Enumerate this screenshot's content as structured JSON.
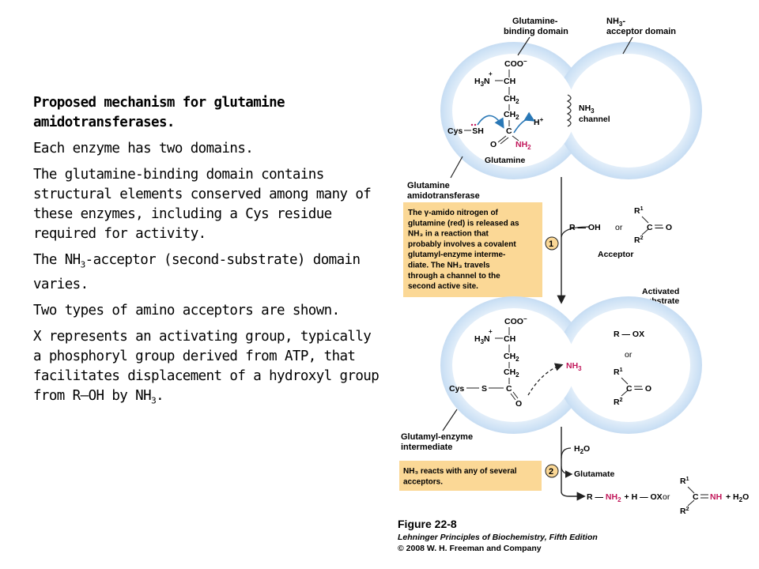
{
  "left_text": {
    "heading": "Proposed mechanism for glutamine amidotransferases.",
    "p1": "Each enzyme has two domains.",
    "p2": "The glutamine-binding domain contains structural elements conserved among many of these enzymes, including a Cys residue required for activity.",
    "p3_pre": "The NH",
    "p3_sub": "3",
    "p3_post": "-acceptor (second-substrate) domain varies.",
    "p4": "Two types of amino acceptors are shown.",
    "p5_main": "X represents an activating group, typically a phosphoryl group derived from ATP, that facilitates displacement of a hydroxyl group from R",
    "p5_dash": "—",
    "p5_oh": "OH by NH",
    "p5_sub": "3",
    "p5_end": "."
  },
  "figure": {
    "label_gln_domain_1": "Glutamine-",
    "label_gln_domain_2": "binding domain",
    "label_nh3_domain_1": "NH",
    "label_nh3_domain_sub": "3",
    "label_nh3_domain_2": "-",
    "label_nh3_domain_3": "acceptor domain",
    "coo": "COO",
    "coo_charge": "−",
    "h3n": "H",
    "h3n_sub": "3",
    "h3n_n": "N",
    "plus": "+",
    "ch": "CH",
    "ch2": "CH",
    "ch2_sub": "2",
    "cys_sh": "Cys",
    "sh": "SH",
    "c": "C",
    "o": "O",
    "nh2": "NH",
    "nh2_sub": "2",
    "h_plus": "H",
    "h_plus_charge": "+",
    "glutamine": "Glutamine",
    "nh3_channel_1": "NH",
    "nh3_channel_sub": "3",
    "nh3_channel_2": "channel",
    "enzyme_label_1": "Glutamine",
    "enzyme_label_2": "amidotransferase",
    "box1": [
      "The γ-amido nitrogen of",
      "glutamine (red) is released as",
      "NH₃ in a reaction that",
      "probably involves a covalent",
      "glutamyl-enzyme interme-",
      "diate. The NH₃ travels",
      "through a channel to the",
      "second active site."
    ],
    "r_oh": "R — OH",
    "or": "or",
    "r1": "R",
    "r1_sup": "1",
    "r2": "R",
    "r2_sup": "2",
    "c_eq_o": "C — O",
    "acceptor": "Acceptor",
    "step1": "1",
    "step2": "2",
    "activated_1": "Activated",
    "activated_2": "substrate",
    "r_ox": "R — OX",
    "s": "S",
    "nh3": "NH",
    "nh3_sub": "3",
    "glutamyl_1": "Glutamyl-enzyme",
    "glutamyl_2": "intermediate",
    "box2": [
      "NH₃ reacts with any of several",
      "acceptors."
    ],
    "h2o": "H",
    "h2o_sub": "2",
    "h2o_o": "O",
    "glutamate": "Glutamate",
    "prod_r": "R — ",
    "prod_nh2": "NH",
    "prod_nh2_sub": "2",
    "prod_hox": "+ H — OX",
    "prod_nh": "NH",
    "prod_h2o": "+ H",
    "prod_h2o_sub": "2",
    "prod_h2o_o": "O",
    "fig_title": "Figure 22-8",
    "fig_book": "Lehninger Principles of Biochemistry, Fifth Edition",
    "fig_copy": "© 2008 W. H. Freeman and Company"
  },
  "colors": {
    "domain_fill": "#eaf3fb",
    "domain_edge": "#b7d4f0",
    "box_fill": "#fbd896",
    "red": "#c2185b",
    "arrow_blue": "#2a78b6"
  }
}
